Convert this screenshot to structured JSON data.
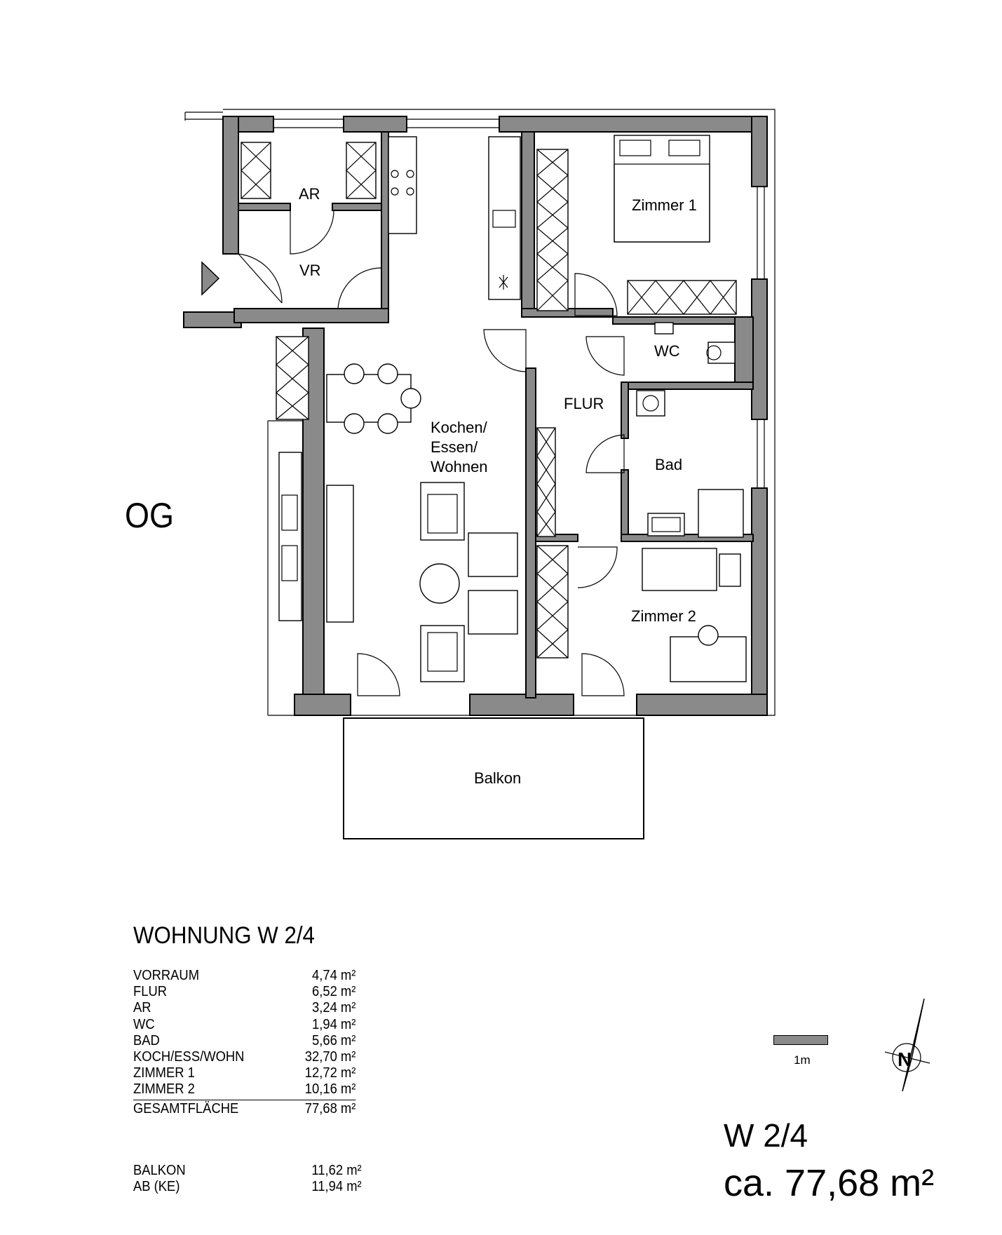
{
  "floor_label": "OG",
  "rooms": {
    "ar": "AR",
    "vr": "VR",
    "zimmer1": "Zimmer 1",
    "wc": "WC",
    "flur": "FLUR",
    "kochen_line1": "Kochen/",
    "kochen_line2": "Essen/",
    "kochen_line3": "Wohnen",
    "bad": "Bad",
    "zimmer2": "Zimmer 2",
    "balkon": "Balkon"
  },
  "schedule": {
    "title": "WOHNUNG  W 2/4",
    "rows": [
      {
        "name": "VORRAUM",
        "area": "4,74 m²"
      },
      {
        "name": "FLUR",
        "area": "6,52 m²"
      },
      {
        "name": "AR",
        "area": "3,24 m²"
      },
      {
        "name": "WC",
        "area": "1,94 m²"
      },
      {
        "name": "BAD",
        "area": "5,66 m²"
      },
      {
        "name": "KOCH/ESS/WOHN",
        "area": "32,70 m²"
      },
      {
        "name": "ZIMMER 1",
        "area": "12,72 m²"
      },
      {
        "name": "ZIMMER 2",
        "area": "10,16 m²"
      }
    ],
    "total": {
      "name": "GESAMTFLÄCHE",
      "area": "77,68 m²"
    },
    "extra": [
      {
        "name": "BALKON",
        "area": "11,62 m²"
      },
      {
        "name": "AB (KE)",
        "area": "11,94 m²"
      }
    ]
  },
  "unit": {
    "name": "W 2/4",
    "area": "ca. 77,68 m²"
  },
  "scale": {
    "label": "1m"
  },
  "north_arrow_icon": "north-arrow-icon",
  "colors": {
    "wall": "#8a8a8a",
    "line": "#000000"
  }
}
